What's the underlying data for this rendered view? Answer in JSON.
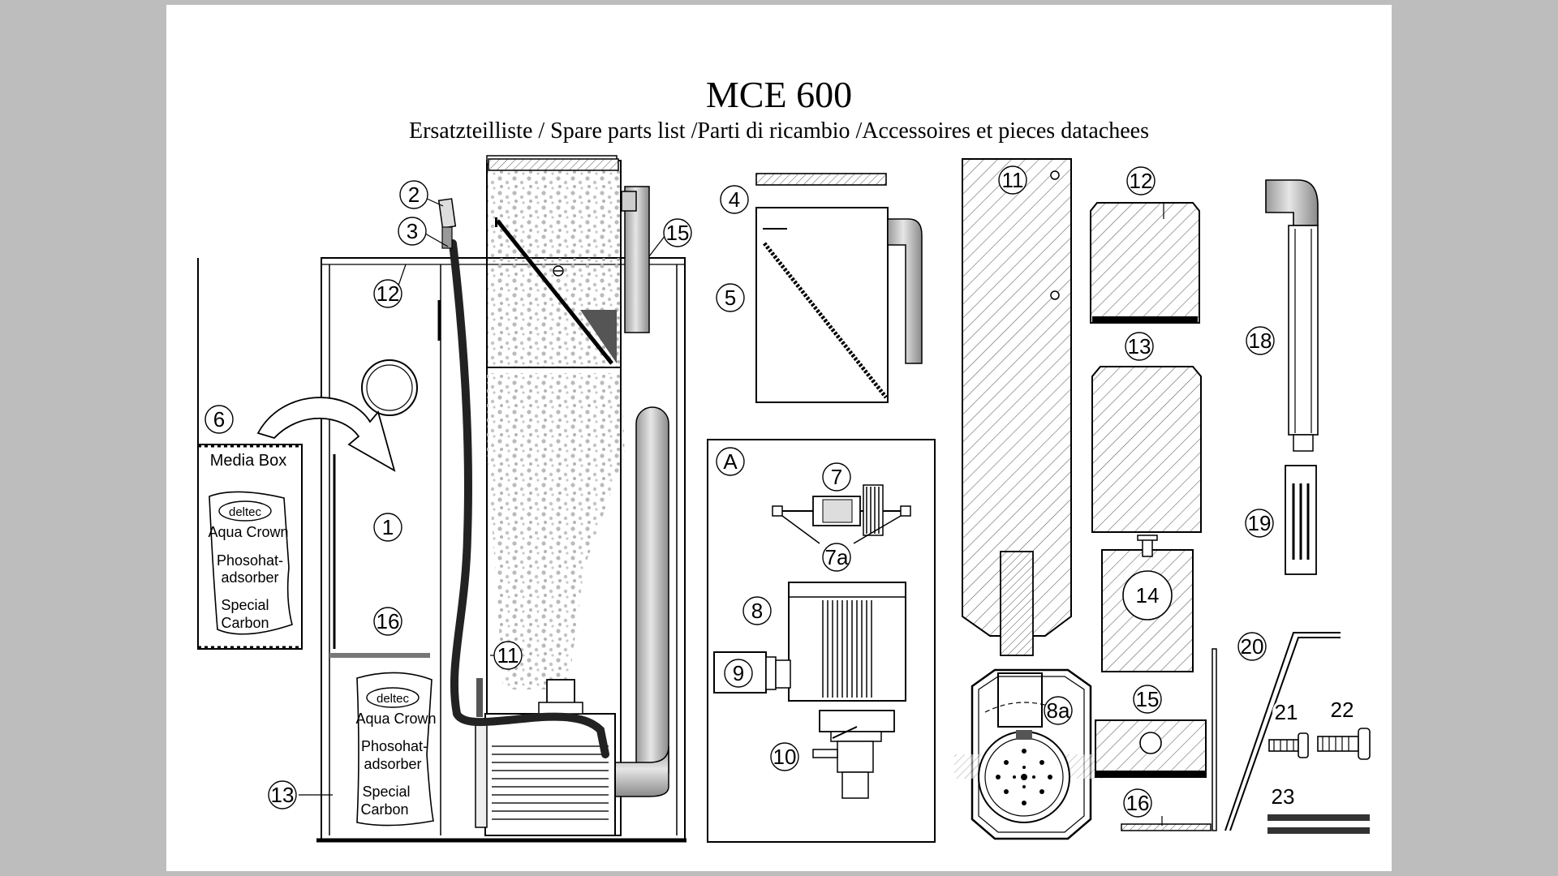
{
  "page": {
    "title": "MCE 600",
    "subtitle": "Ersatzteilliste / Spare parts list /Parti di ricambio /Accessoires et pieces datachees"
  },
  "media_box": {
    "heading": "Media Box",
    "logo": "deltec",
    "lines": [
      "Aqua Crown",
      "Phosohat-",
      "adsorber",
      "Special",
      "Carbon"
    ]
  },
  "media_bag": {
    "logo": "deltec",
    "lines": [
      "Aqua Crown",
      "Phosohat-",
      "adsorber",
      "Special",
      "Carbon"
    ]
  },
  "callouts": {
    "c1": "1",
    "c2": "2",
    "c3": "3",
    "c4": "4",
    "c5": "5",
    "c6": "6",
    "c7": "7",
    "c7a": "7a",
    "c8": "8",
    "c8a": "8a",
    "c9": "9",
    "c10": "10",
    "c11a": "11",
    "c11b": "11",
    "c12a": "12",
    "c12b": "12",
    "c13a": "13",
    "c13b": "13",
    "c14": "14",
    "c15a": "15",
    "c15b": "15",
    "c16a": "16",
    "c16b": "16",
    "c18": "18",
    "c19": "19",
    "c20": "20",
    "c21": "21",
    "c22": "22",
    "c23": "23",
    "cA": "A"
  }
}
